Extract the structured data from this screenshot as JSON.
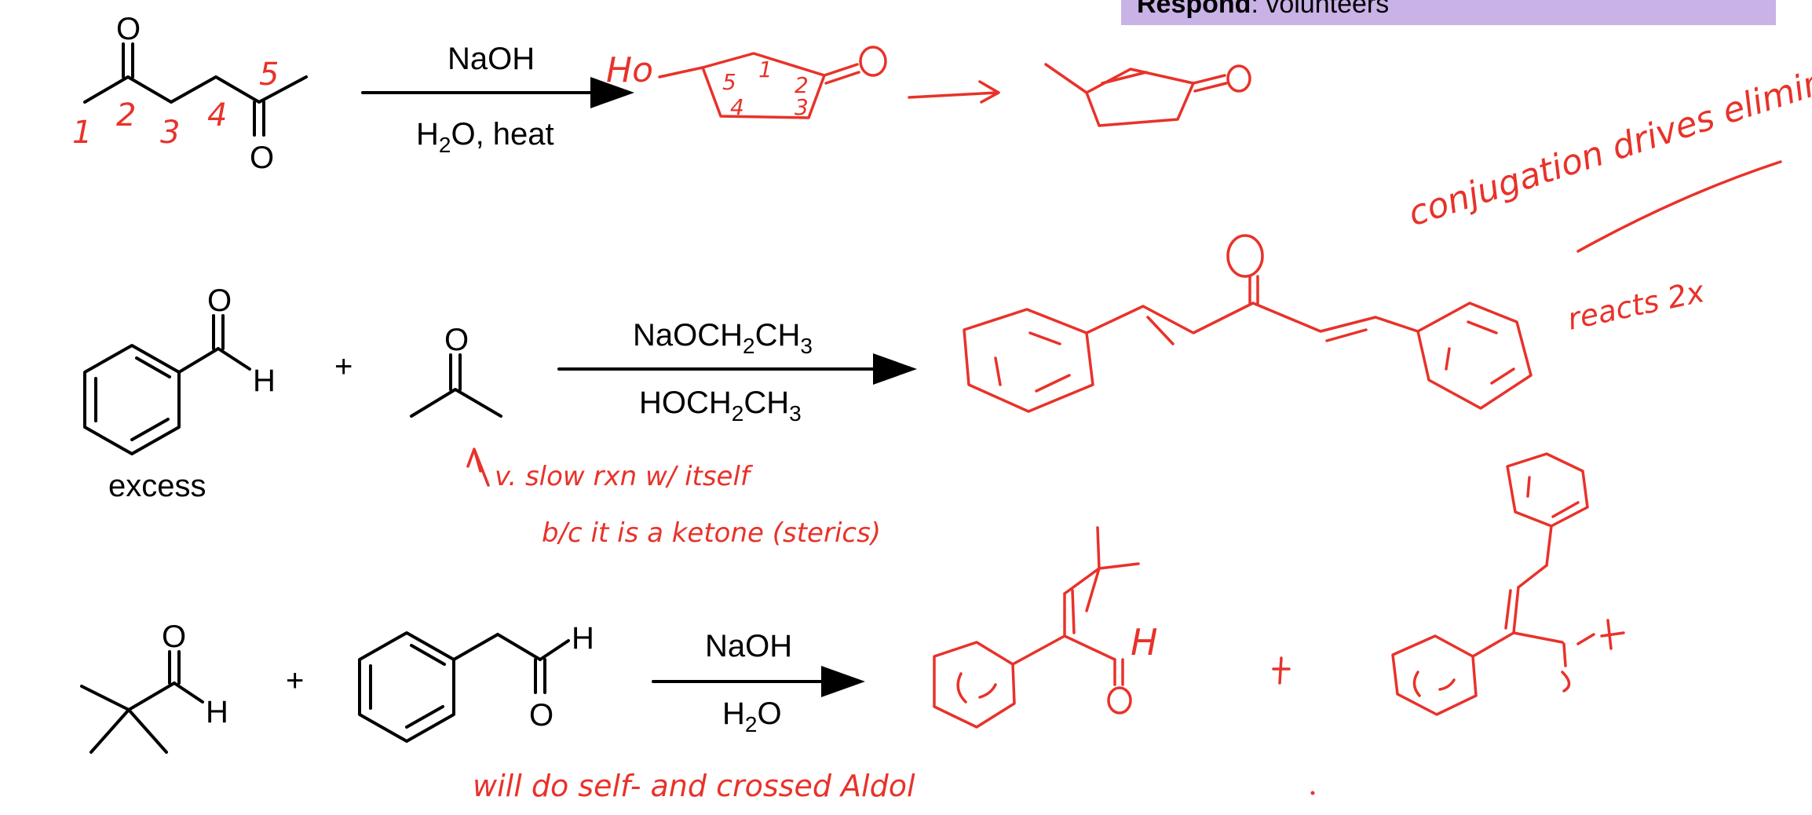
{
  "respond": {
    "label": "Respond",
    "value": ": volunteers"
  },
  "reactions": [
    {
      "reagent_top": "NaOH",
      "reagent_bottom": "H2O, heat",
      "carbon_numbers": [
        "1",
        "2",
        "3",
        "4",
        "5"
      ],
      "ring_numbers": [
        "1",
        "2",
        "3",
        "4",
        "5"
      ]
    },
    {
      "reactant1_note": "excess",
      "reagent_top": "NaOCH2CH3",
      "reagent_bottom": "HOCH2CH3",
      "plus": "+"
    },
    {
      "reagent_top": "NaOH",
      "reagent_bottom": "H2O",
      "plus": "+"
    }
  ],
  "atoms": {
    "O": "O",
    "H": "H",
    "HO": "Ho"
  },
  "annotations": {
    "note1": "conjugation drives elimination",
    "note2": "reacts 2x",
    "note3": "v. slow rxn w/ itself",
    "note4": "b/c it is a ketone (sterics)",
    "note5": "will do self- and crossed Aldol"
  },
  "colors": {
    "ink": "#000000",
    "pen": "#e8322a",
    "respond_bg": "#c9b2e6"
  }
}
